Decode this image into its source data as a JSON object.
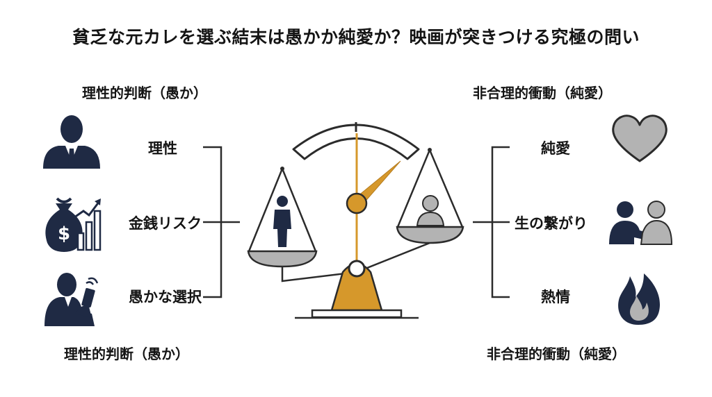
{
  "title": "貧乏な元カレを選ぶ結末は愚かか純愛か？映画が突きつける究極の問い",
  "left": {
    "heading": "理性的判断（愚か）",
    "footer": "理性的判断（愚か）",
    "items": [
      {
        "label": "理性",
        "icon": "businessman-icon"
      },
      {
        "label": "金銭リスク",
        "icon": "money-bag-chart-icon"
      },
      {
        "label": "愚かな選択",
        "icon": "man-phone-icon"
      }
    ]
  },
  "right": {
    "heading": "非合理的衝動（純愛）",
    "footer": "非合理的衝動（純愛）",
    "items": [
      {
        "label": "純愛",
        "icon": "heart-icon"
      },
      {
        "label": "生の繋がり",
        "icon": "two-people-icon"
      },
      {
        "label": "熱情",
        "icon": "flame-icon"
      }
    ]
  },
  "colors": {
    "navy": "#1f2a44",
    "gold": "#d6982b",
    "gray": "#b3b3b3",
    "line": "#2b2b2b"
  }
}
